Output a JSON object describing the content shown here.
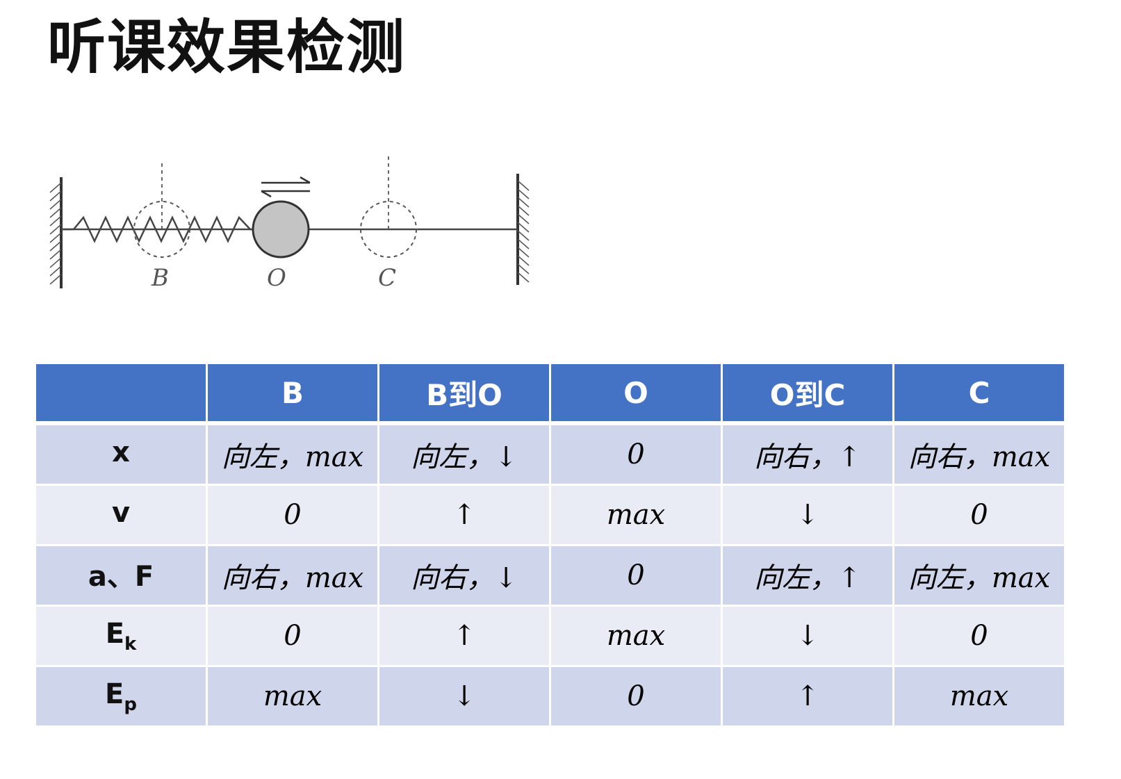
{
  "title": "听课效果检测",
  "diagram": {
    "labels": {
      "B": "B",
      "O": "O",
      "C": "C"
    },
    "direction_arrow": "double-arrow-icon"
  },
  "table": {
    "headers": [
      "",
      "B",
      "B到O",
      "O",
      "O到C",
      "C"
    ],
    "rows": [
      {
        "label": "x",
        "sub": "",
        "cells": [
          "向左，max",
          "向左，↓",
          "0",
          "向右，↑",
          "向右，max"
        ]
      },
      {
        "label": "v",
        "sub": "",
        "cells": [
          "0",
          "↑",
          "max",
          "↓",
          "0"
        ]
      },
      {
        "label": "a、F",
        "sub": "",
        "cells": [
          "向右，max",
          "向右，↓",
          "0",
          "向左，↑",
          "向左，max"
        ]
      },
      {
        "label": "E",
        "sub": "k",
        "cells": [
          "0",
          "↑",
          "max",
          "↓",
          "0"
        ]
      },
      {
        "label": "E",
        "sub": "p",
        "cells": [
          "max",
          "↓",
          "0",
          "↑",
          "max"
        ]
      }
    ]
  },
  "colors": {
    "header_bg": "#4472c4",
    "row_odd_bg": "#cfd5ea",
    "row_even_bg": "#e9ebf5"
  }
}
